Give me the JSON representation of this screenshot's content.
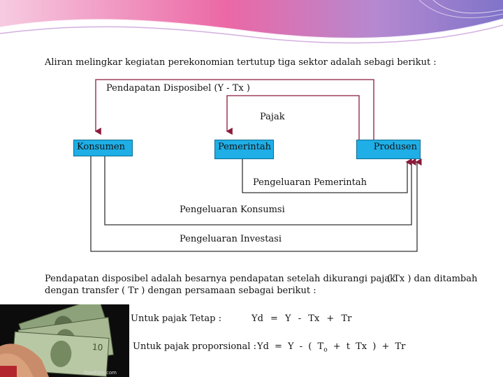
{
  "title": "Aliran melingkar kegiatan perekonomian tertutup tiga sektor adalah sebagi berikut :",
  "diagram": {
    "disposable_income": "Pendapatan Disposibel (Y - Tx )",
    "tax": "Pajak",
    "boxes": {
      "konsumen": "Konsumen",
      "pemerintah": "Pemerintah",
      "produsen": "Produsen"
    },
    "gov_spending": "Pengeluaran Pemerintah",
    "consumption": "Pengeluaran Konsumsi",
    "investment": "Pengeluaran Investasi"
  },
  "explanation": {
    "line1": "Pendapatan disposibel adalah besarnya pendapatan setelah dikurangi pajak",
    "line1_right": "( Tx ) dan ditambah",
    "line2": "dengan transfer ( Tr ) dengan persamaan sebagai berikut :"
  },
  "formulas": {
    "fixed_label": "Untuk pajak Tetap :",
    "fixed_eq": "Yd = Y - Tx + Tr",
    "prop_label": "Untuk pajak proporsional :",
    "prop_eq_start": "Yd = Y - ( T",
    "prop_eq_sub": "o",
    "prop_eq_end": " + t Tx ) + Tr"
  },
  "photo_watermark": "FreeFoto.com",
  "colors": {
    "box_fill": "#1faee6",
    "line": "#8b1a3a",
    "header_pink": "#e63d8e",
    "header_purple": "#7a5bb8"
  }
}
